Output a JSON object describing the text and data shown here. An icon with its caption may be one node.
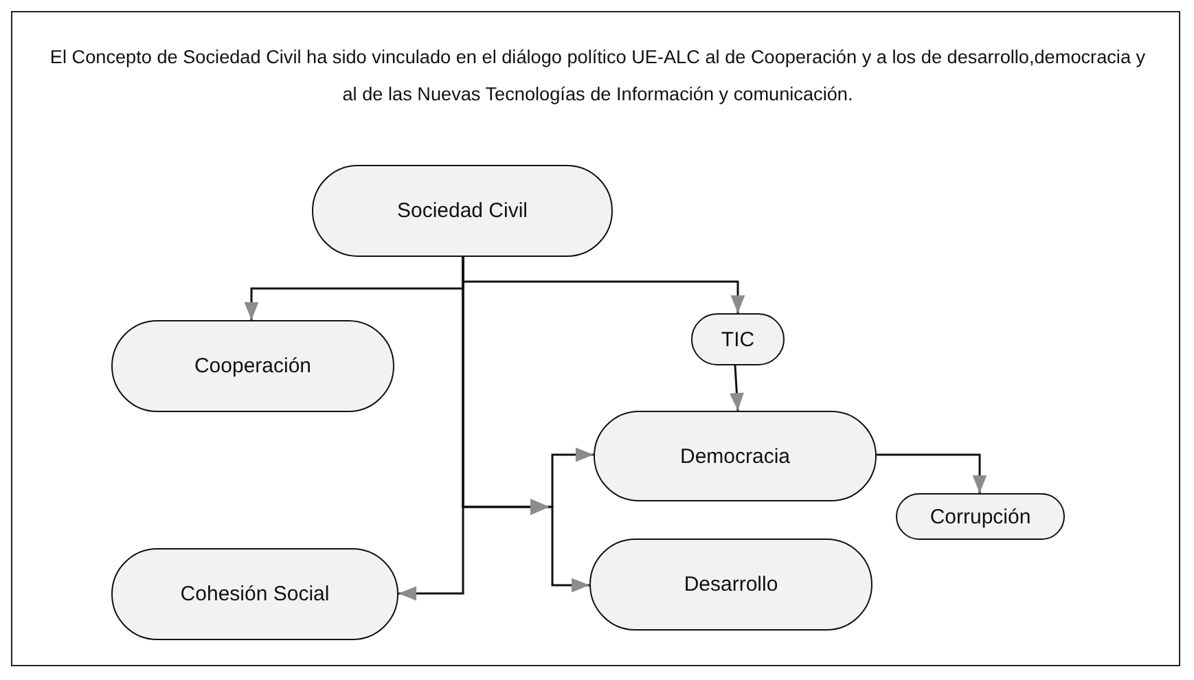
{
  "diagram": {
    "title": "El Concepto de Sociedad Civil ha sido vinculado en el diálogo político UE-ALC al de Cooperación y a los de desarrollo,democracia y al de las Nuevas Tecnologías de Información y comunicación.",
    "nodes": [
      {
        "text": [
          "Sociedad Civil"
        ]
      },
      {
        "text": [
          "Cooperación"
        ]
      },
      {
        "text": [
          "TIC"
        ]
      },
      {
        "text": [
          "Democracia"
        ]
      },
      {
        "text": [
          "Corrupción"
        ]
      },
      {
        "text": [
          "Desarrollo"
        ]
      },
      {
        "text": [
          "Cohesión Social"
        ]
      }
    ],
    "edges": [
      {
        "from": 0,
        "to": 1,
        "arrow": "to"
      },
      {
        "from": 0,
        "to": 2,
        "arrow": "to"
      },
      {
        "from": 0,
        "to": 3,
        "arrow": "to"
      },
      {
        "from": 0,
        "to": 5,
        "arrow": "to"
      },
      {
        "from": 0,
        "to": 6,
        "arrow": "to"
      },
      {
        "from": 2,
        "to": 3,
        "arrow": "to"
      },
      {
        "from": 3,
        "to": 4,
        "arrow": "to"
      }
    ]
  }
}
